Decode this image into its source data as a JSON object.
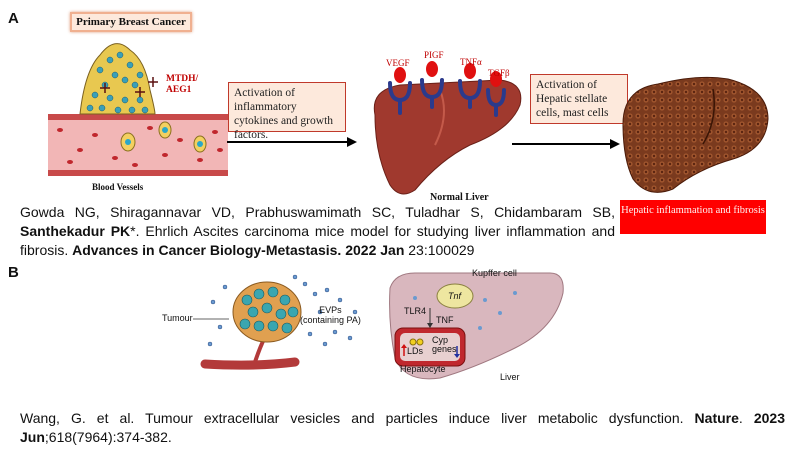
{
  "panel_a": {
    "letter": "A",
    "title_box": "Primary Breast Cancer",
    "mtdh_label": "MTDH/\nAEG1",
    "blood_vessels_label": "Blood Vessels",
    "box1_text": "Activation of inflammatory cytokines and growth factors.",
    "receptors": [
      "VEGF",
      "PIGF",
      "TNFα",
      "TGFβ"
    ],
    "normal_liver_label": "Normal Liver",
    "box2_text": "Activation of Hepatic stellate cells, mast cells",
    "red_box_text": "Hepatic inflammation and fibrosis",
    "citation": {
      "authors": "Gowda NG, Shiragannavar VD, Prabhuswamimath SC, Tuladhar S, Chidambaram SB,",
      "bold_author": "Santhekadur PK",
      "after_bold": "*. Ehrlich Ascites carcinoma mice model for studying liver inflammation and fibrosis.",
      "journal": "Advances in Cancer Biology-Metastasis. 2022 Jan",
      "rest": " 23:100029"
    }
  },
  "panel_b": {
    "letter": "B",
    "tumour_label": "Tumour",
    "evps_label": "EVPs\n(containing PA)",
    "kupffer_label": "Kupffer cell",
    "tnf_gene": "Tnf",
    "tlr4_label": "TLR4",
    "tnf_label": "TNF",
    "lds_label": "LDs",
    "cyp_label": "Cyp\ngenes",
    "hepatocyte_label": "Hepatocyte",
    "liver_label": "Liver",
    "citation": {
      "text_before": "Wang, G. et al. Tumour extracellular vesicles and particles induce liver metabolic dysfunction.",
      "journal": "Nature",
      "dot": ".",
      "year_month": "2023 Jun",
      "rest": ";618(7964):374-382."
    }
  },
  "colors": {
    "liver_normal": "#a0392e",
    "liver_fibrotic": "#7a3a1e",
    "vessel": "#e8a0a0",
    "red_box": "#ff0000",
    "peach_box": "#fde9dc",
    "receptor_blue": "#2b3a8c",
    "ligand_red": "#e01010",
    "liver_b": "#d9b7be"
  }
}
